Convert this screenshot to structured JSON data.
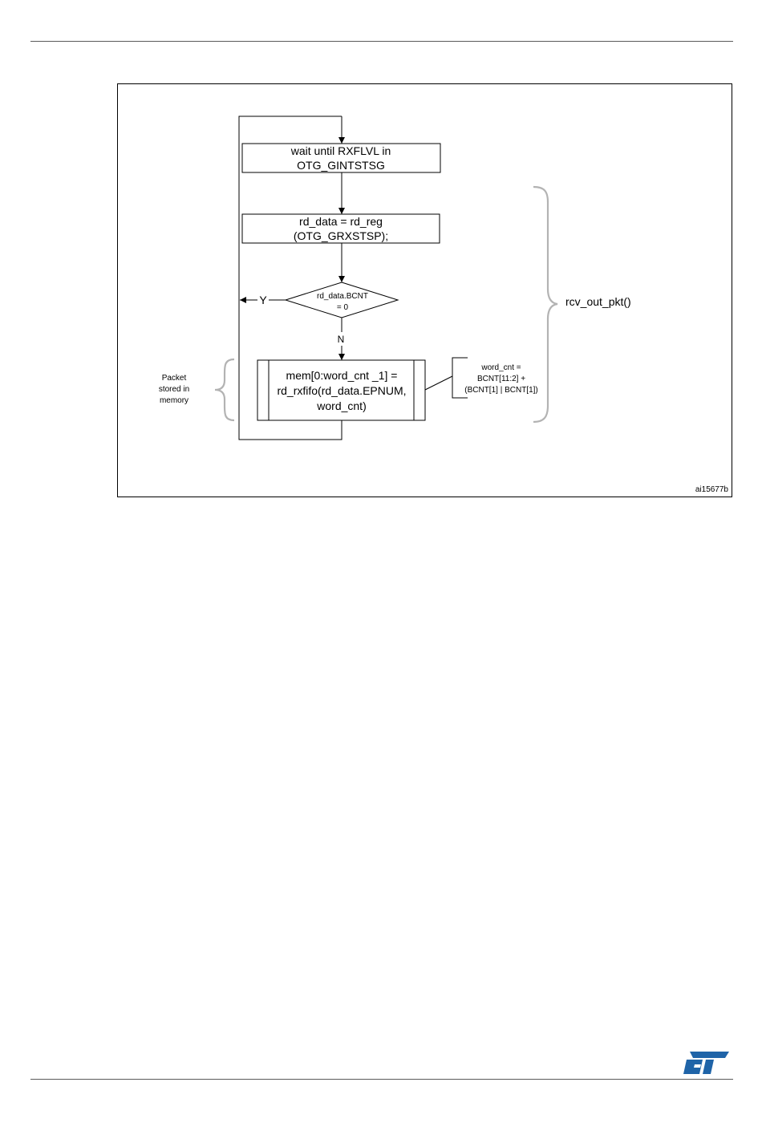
{
  "diagram": {
    "nodes": {
      "wait": {
        "lines": [
          "wait until RXFLVL in",
          "OTG_GINTSTSG"
        ]
      },
      "read": {
        "lines": [
          "rd_data = rd_reg",
          "(OTG_GRXSTSP);"
        ]
      },
      "decision": {
        "lines": [
          "rd_data.BCNT",
          "= 0"
        ]
      },
      "store": {
        "lines": [
          "mem[0:word_cnt _1] =",
          "rd_rxfifo(rd_data.EPNUM,",
          "word_cnt)"
        ]
      }
    },
    "edge_labels": {
      "yes": "Y",
      "no": "N"
    },
    "annotations": {
      "left_brace_label": [
        "Packet",
        "stored in",
        "memory"
      ],
      "word_cnt_note": [
        "word_cnt =",
        "BCNT[11:2] +",
        "(BCNT[1] | BCNT[1])"
      ],
      "function_label": "rcv_out_pkt()"
    },
    "figure_id": "ai15677b"
  },
  "colors": {
    "line": "#000000",
    "brace": "#b3b3b3",
    "rule": "#5a5a5a",
    "logo": "#1f64a8"
  },
  "logo": {
    "icon": "st-logo"
  }
}
